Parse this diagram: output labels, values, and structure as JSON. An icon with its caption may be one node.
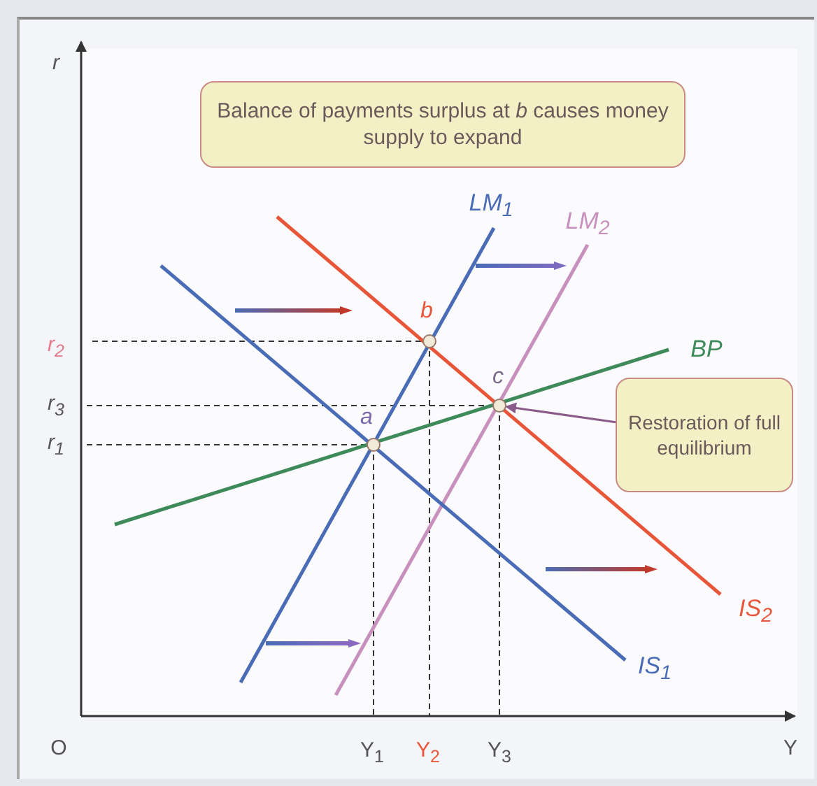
{
  "diagram": {
    "nodes": [
      {
        "text": [
          "Balance of payments surplus at *b* causes money supply to expand"
        ]
      },
      {
        "text": [
          "Restoration of full equilibrium"
        ]
      },
      {
        "text": [],
        "shape": "circle",
        "beside": [
          "a"
        ]
      },
      {
        "text": [],
        "shape": "circle",
        "beside": [
          "b"
        ]
      },
      {
        "text": [],
        "shape": "circle",
        "beside": [
          "c"
        ]
      }
    ],
    "edges": [
      {
        "from": 1,
        "to": 4,
        "arrow": "to"
      }
    ],
    "labels": [
      "r",
      "LM$_{1}$",
      "LM$_{2}$",
      "r$_{2}$",
      "BP",
      "r$_{3}$",
      "r$_{1}$",
      "IS$_{2}$",
      "IS$_{1}$",
      "O",
      "Y$_{1}$",
      "Y$_{2}$",
      "Y$_{3}$",
      "Y"
    ]
  }
}
